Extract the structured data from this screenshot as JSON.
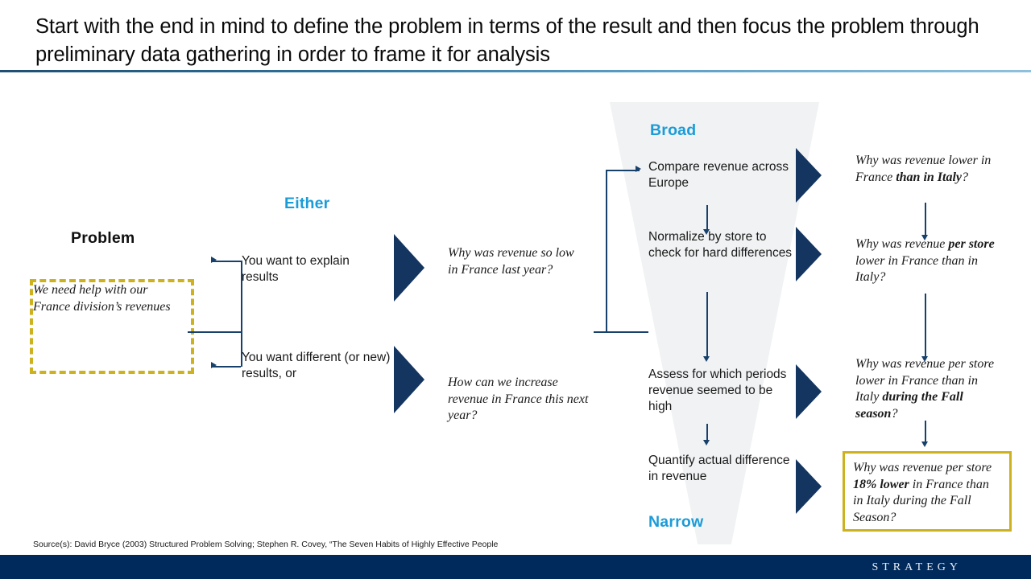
{
  "header": {
    "title": "Start with the end in mind to define the problem in terms of the result and then focus the problem through preliminary data gathering in order to frame it for analysis"
  },
  "left": {
    "problem_label": "Problem",
    "problem_statement": "We need help with our France division’s revenues",
    "either_label": "Either",
    "branches": [
      {
        "statement": "You want to explain results",
        "question": "Why was revenue so low in France last year?"
      },
      {
        "statement": "You want different (or new) results, or",
        "question": "How can we increase revenue in France this next year?"
      }
    ]
  },
  "funnel": {
    "broad_label": "Broad",
    "narrow_label": "Narrow",
    "steps": [
      {
        "action": "Compare revenue across Europe",
        "question_parts": [
          {
            "text": "Why was revenue lower in France ",
            "bold": false
          },
          {
            "text": "than in Italy",
            "bold": true
          },
          {
            "text": "?",
            "bold": false
          }
        ]
      },
      {
        "action": "Normalize by store to check for hard differences",
        "question_parts": [
          {
            "text": "Why was revenue ",
            "bold": false
          },
          {
            "text": "per store",
            "bold": true
          },
          {
            "text": " lower in France than in Italy?",
            "bold": false
          }
        ]
      },
      {
        "action": "Assess for which periods revenue seemed to be high",
        "question_parts": [
          {
            "text": "Why was revenue per store lower in France than in Italy ",
            "bold": false
          },
          {
            "text": "during the Fall season",
            "bold": true
          },
          {
            "text": "?",
            "bold": false
          }
        ]
      },
      {
        "action": "Quantify actual difference in revenue",
        "question_parts": [
          {
            "text": "Why was revenue per store ",
            "bold": false
          },
          {
            "text": "18% lower",
            "bold": true
          },
          {
            "text": " in France than in Italy during the Fall Season?",
            "bold": false
          }
        ],
        "highlighted": true
      }
    ]
  },
  "footer": {
    "source": "Source(s): David Bryce (2003) Structured Problem Solving; Stephen R. Covey, “The Seven Habits of Highly Effective People",
    "brand": "STRATEGY"
  },
  "colors": {
    "accent_cyan": "#1b9cd8",
    "navy": "#14355f",
    "footer_navy": "#002A5C",
    "gold": "#cdb21f",
    "funnel_gray": "#f0f2f3"
  }
}
